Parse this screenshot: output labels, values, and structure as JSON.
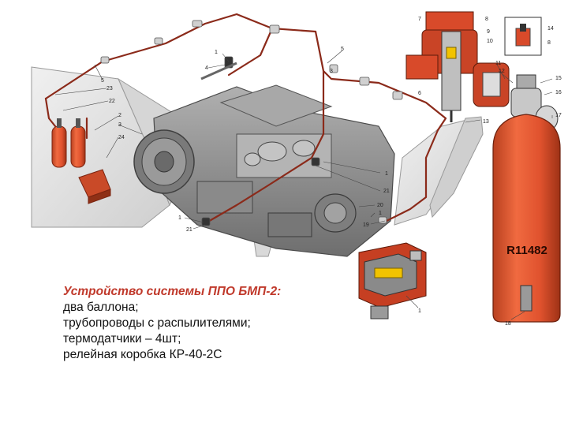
{
  "caption": {
    "title": "Устройство системы ППО БМП-2:",
    "lines": [
      "два баллона;",
      "трубопроводы с распылителями;",
      "термодатчики – 4шт;",
      "релейная коробка КР-40-2С"
    ]
  },
  "cylinder_marking": "R11482",
  "callouts": {
    "n1": "1",
    "n2": "2",
    "n3": "3",
    "n4": "4",
    "n5": "5",
    "n6": "6",
    "n7": "7",
    "n8": "8",
    "n9": "9",
    "n10": "10",
    "n11": "11",
    "n12": "12",
    "n13": "13",
    "n14": "14",
    "n15": "15",
    "n16": "16",
    "n17": "17",
    "n18": "18",
    "n19": "19",
    "n20": "20",
    "n21": "21",
    "n22": "22",
    "n23": "23",
    "n24": "24"
  },
  "colors": {
    "pipe": "#8b2a1a",
    "cylinder": "#e0522e",
    "cylinder_dark": "#a83416",
    "engine": "#8f8f8f",
    "engine_dark": "#555555",
    "hull": "#e3e3e3",
    "caption_title": "#c0392b"
  }
}
